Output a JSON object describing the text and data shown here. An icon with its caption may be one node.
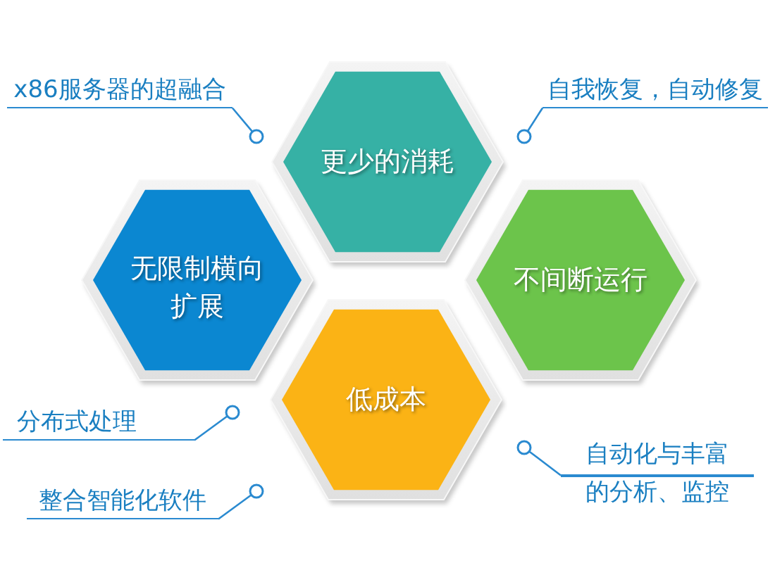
{
  "diagram": {
    "nodes": [
      {
        "text": [
          "x86服务器的超融合"
        ]
      },
      {
        "text": [],
        "shape": "circle"
      },
      {
        "text": [
          "自我恢复，自动修复"
        ]
      },
      {
        "text": [],
        "shape": "circle"
      },
      {
        "text": [
          "更少的消耗"
        ]
      },
      {
        "text": [
          "无限制横向扩展"
        ]
      },
      {
        "text": [
          "不间断运行"
        ]
      },
      {
        "text": [
          "低成本"
        ]
      },
      {
        "text": [],
        "shape": "circle"
      },
      {
        "text": [
          "分布式处理"
        ]
      },
      {
        "text": [],
        "shape": "circle"
      },
      {
        "text": [
          "自动化与丰富的分析、监控"
        ]
      },
      {
        "text": [],
        "shape": "circle"
      },
      {
        "text": [
          "整合智能化软件"
        ]
      }
    ],
    "edges": [
      {
        "from": 0,
        "to": 1,
        "arrow": "none"
      },
      {
        "from": 2,
        "to": 3,
        "arrow": "none"
      },
      {
        "from": 9,
        "to": 8,
        "arrow": "none"
      },
      {
        "from": 11,
        "to": 10,
        "arrow": "none"
      },
      {
        "from": 13,
        "to": 12,
        "arrow": "none"
      }
    ]
  }
}
